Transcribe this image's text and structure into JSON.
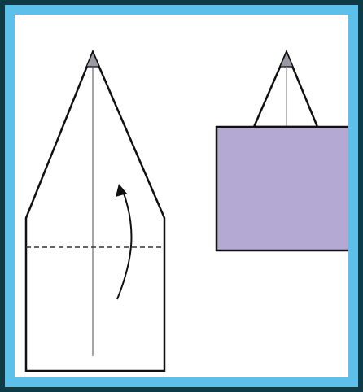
{
  "colors": {
    "outer_background": "#0d3b47",
    "border": "#5dc0ea",
    "paper": "#ffffff",
    "ink": "#111111",
    "fold_fill": "#b3a9d2",
    "tip_fill": "#9a9aa4",
    "crease": "#9a9a9a"
  },
  "figures": {
    "left": {
      "marks": [
        "vertical-crease",
        "dashed-fold-line",
        "curved-fold-arrow"
      ]
    },
    "right": {
      "marks": [
        "vertical-crease",
        "folded-up-flap"
      ]
    }
  }
}
